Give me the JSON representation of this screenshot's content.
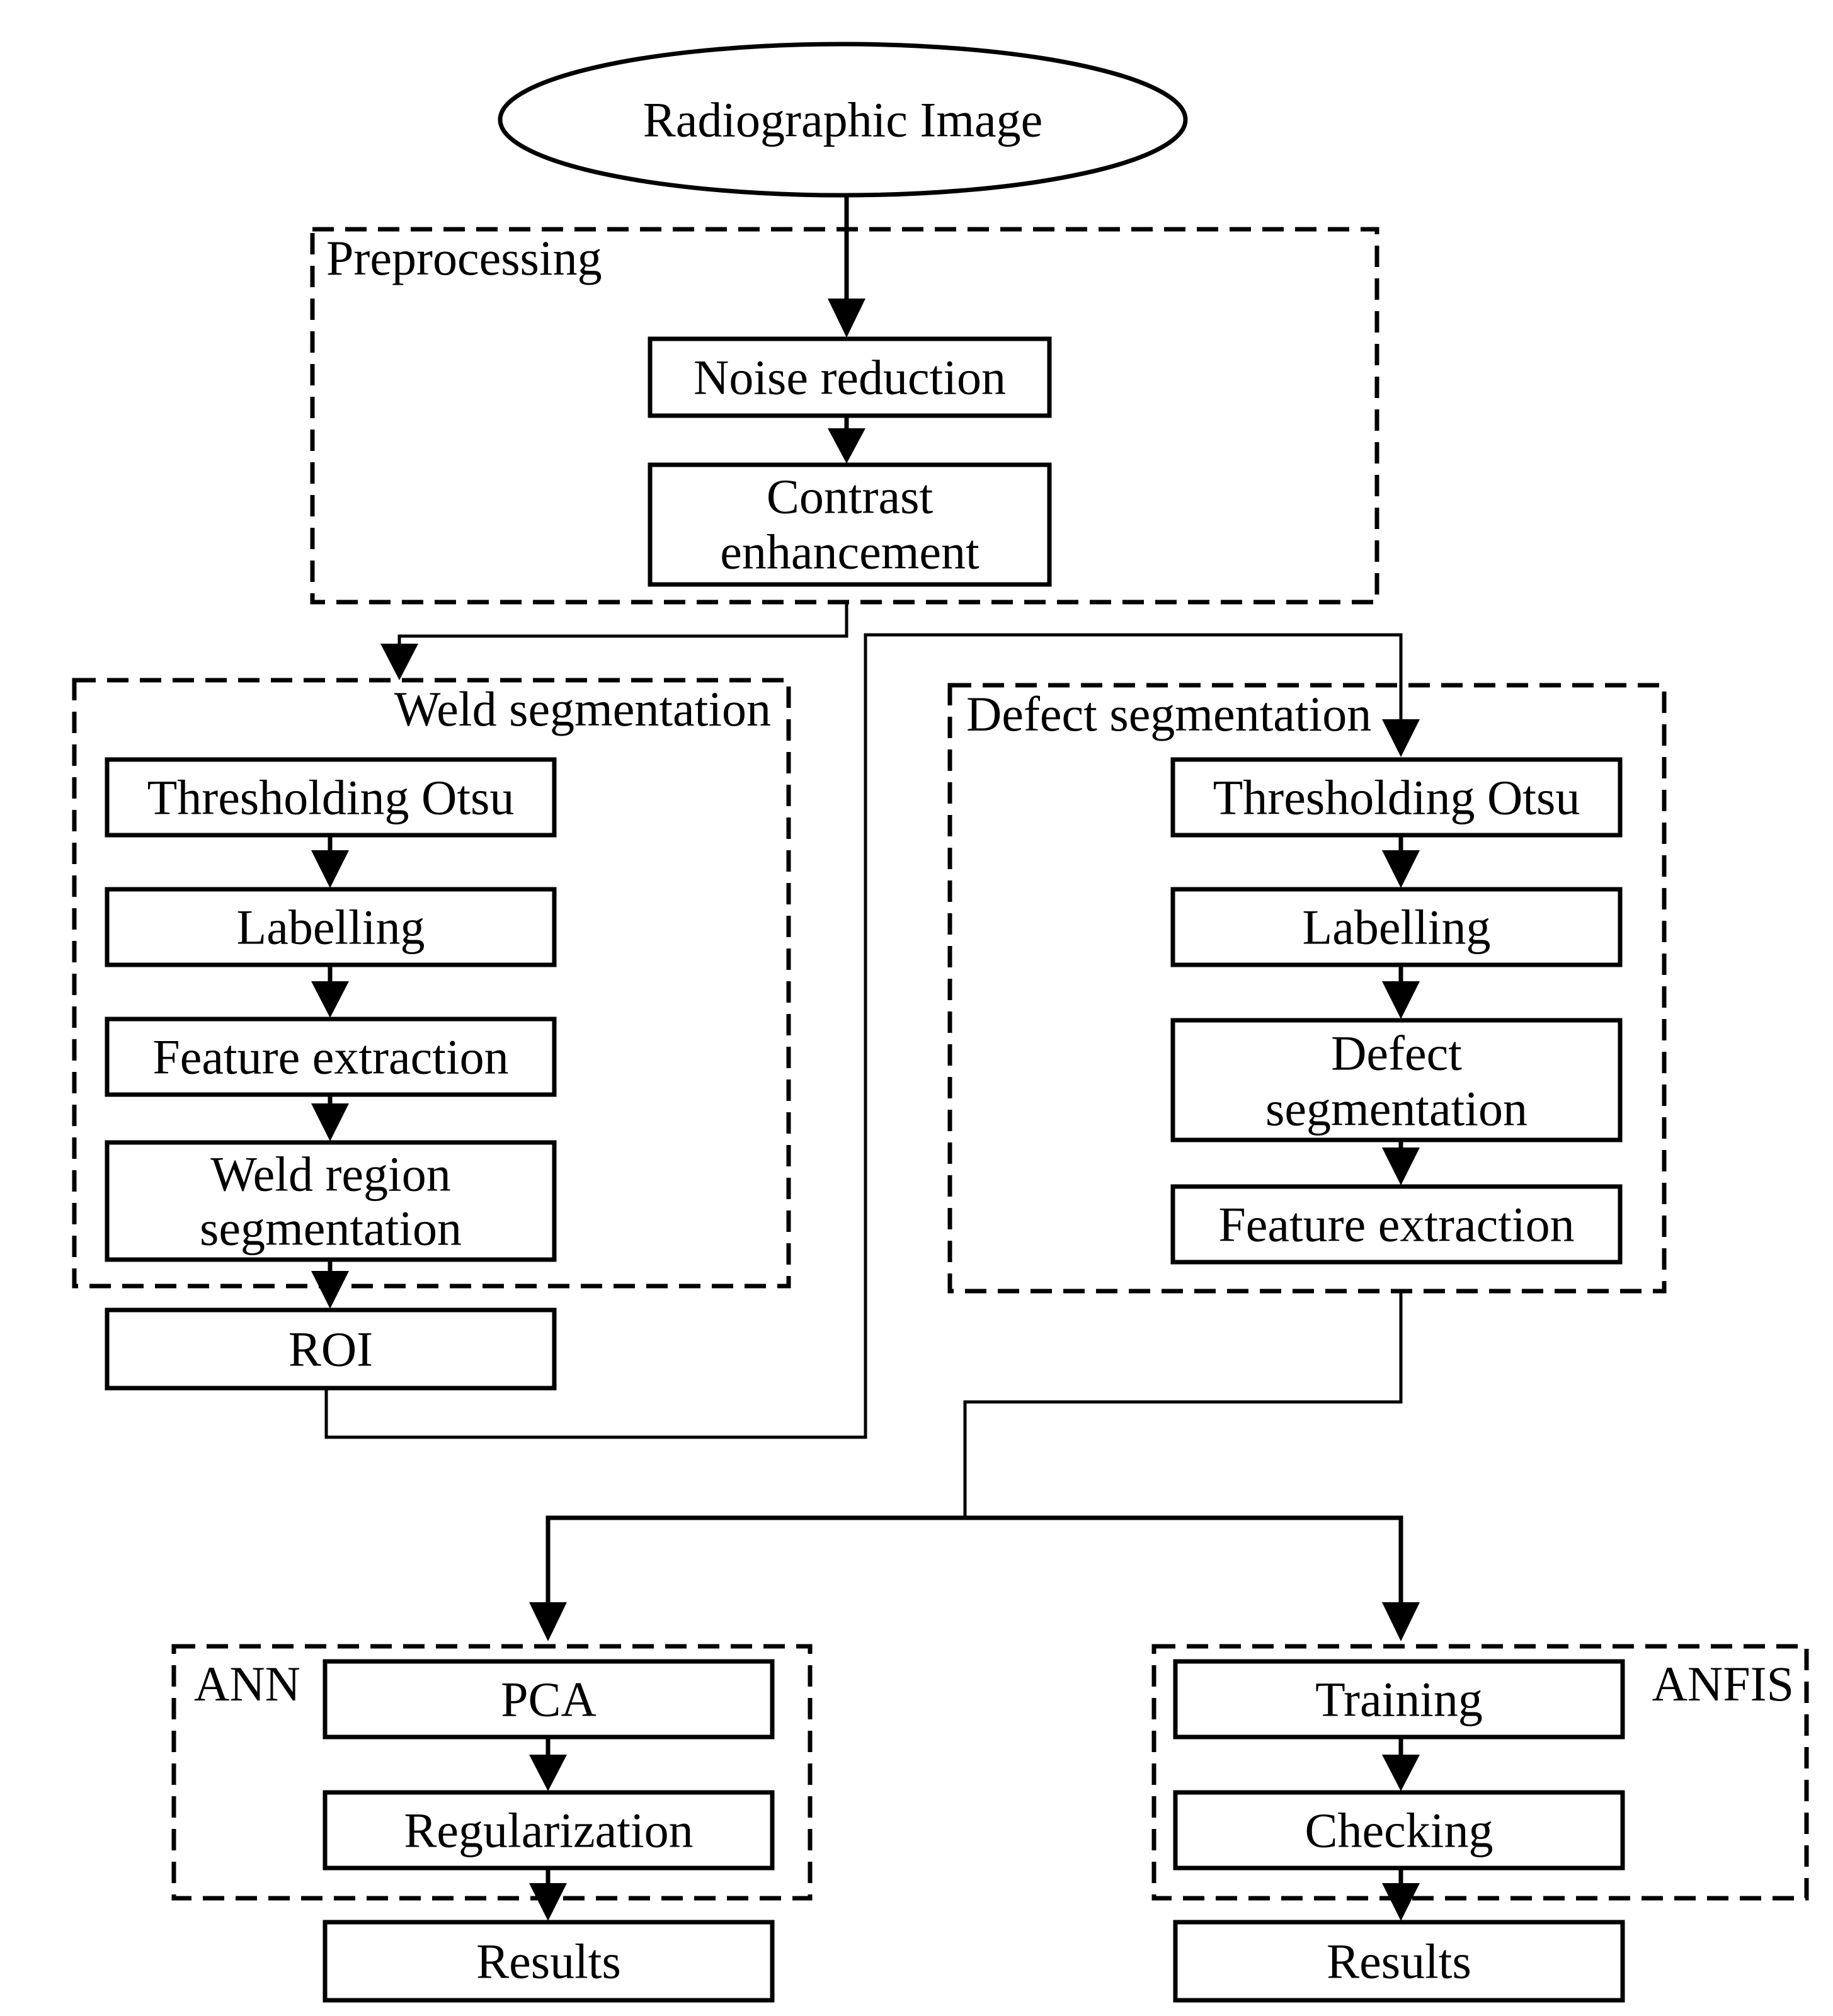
{
  "start_node": {
    "label": "Radiographic Image"
  },
  "preprocessing": {
    "title": "Preprocessing",
    "steps": {
      "noise_reduction": "Noise reduction",
      "contrast_enhancement": [
        "Contrast",
        "enhancement"
      ]
    }
  },
  "weld_segmentation": {
    "title": "Weld segmentation",
    "steps": {
      "thresholding": "Thresholding Otsu",
      "labelling": "Labelling",
      "feature_extraction": "Feature extraction",
      "weld_region": [
        "Weld region",
        "segmentation"
      ]
    },
    "output": "ROI"
  },
  "defect_segmentation": {
    "title": "Defect segmentation",
    "steps": {
      "thresholding": "Thresholding Otsu",
      "labelling": "Labelling",
      "defect_segmentation": [
        "Defect",
        "segmentation"
      ],
      "feature_extraction": "Feature extraction"
    }
  },
  "ann": {
    "title": "ANN",
    "steps": {
      "pca": "PCA",
      "regularization": "Regularization"
    },
    "output": "Results"
  },
  "anfis": {
    "title": "ANFIS",
    "steps": {
      "training": "Training",
      "checking": "Checking"
    },
    "output": "Results"
  }
}
